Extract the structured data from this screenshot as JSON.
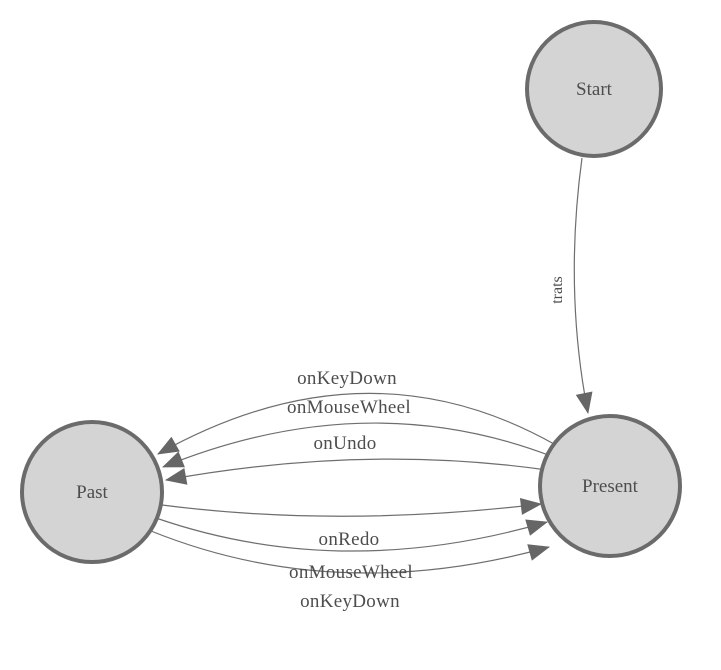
{
  "diagram": {
    "background_color": "#ffffff",
    "node_fill_color": "#d4d4d4",
    "node_border_color": "#6b6b6b",
    "edge_line_color": "#6e6e6e",
    "arrowhead_color": "#666666",
    "label_color": "#4d4d4d",
    "nodes": [
      {
        "id": "start",
        "label": "Start"
      },
      {
        "id": "present",
        "label": "Present"
      },
      {
        "id": "past",
        "label": "Past"
      }
    ],
    "edges": [
      {
        "from": "Start",
        "to": "Present",
        "label": "start"
      },
      {
        "from": "Present",
        "to": "Past",
        "label": "onKeyDown"
      },
      {
        "from": "Present",
        "to": "Past",
        "label": "onMouseWheel"
      },
      {
        "from": "Present",
        "to": "Past",
        "label": "onUndo"
      },
      {
        "from": "Past",
        "to": "Present",
        "label": "onRedo"
      },
      {
        "from": "Past",
        "to": "Present",
        "label": "onMouseWheel"
      },
      {
        "from": "Past",
        "to": "Present",
        "label": "onKeyDown"
      }
    ]
  }
}
